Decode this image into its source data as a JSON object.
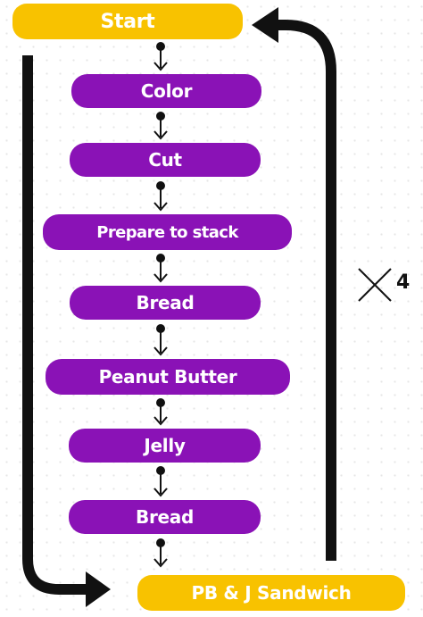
{
  "colors": {
    "start_end": "#f8c200",
    "step": "#8a12b6",
    "arrow": "#111111"
  },
  "flow": {
    "start": "Start",
    "steps": [
      "Color",
      "Cut",
      "Prepare to stack",
      "Bread",
      "Peanut Butter",
      "Jelly",
      "Bread"
    ],
    "end": "PB & J Sandwich"
  },
  "loop": {
    "multiplier": "4"
  }
}
